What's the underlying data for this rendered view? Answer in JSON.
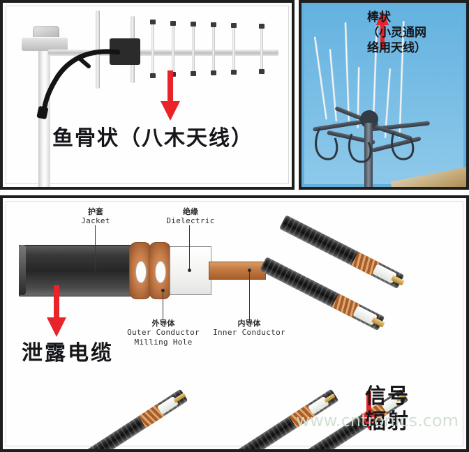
{
  "page": {
    "title": "Antenna and leaky cable illustration",
    "background": "#ffffff",
    "watermark": "www.cntronics.com",
    "accent_red": "#e8232a",
    "frame_color": "#1e1e1e"
  },
  "panels": {
    "yagi": {
      "name": "fishbone-yagi-antenna-photo",
      "caption": "鱼骨状（八木天线）",
      "arrow": {
        "name": "red-down-arrow",
        "direction": "down",
        "color": "#e8232a"
      }
    },
    "rod": {
      "name": "rod-antenna-photo",
      "caption_line1": "棒状",
      "caption_line2": "（小灵通网",
      "caption_line3": "络用天线）",
      "sky_color": "#6fb7e2",
      "arrow": {
        "name": "red-up-arrow",
        "direction": "up",
        "color": "#e8232a"
      }
    },
    "cable": {
      "name": "leaky-coaxial-cable-diagram",
      "caption": "泄露电缆",
      "signal_caption_line1": "信号",
      "signal_caption_line2": "辐射",
      "arrow_leak": {
        "name": "red-down-arrow-leak",
        "direction": "down",
        "color": "#e8232a"
      },
      "arrow_signal": {
        "name": "red-down-arrow-signal",
        "direction": "down",
        "color": "#e8232a"
      },
      "labels": [
        {
          "id": "jacket",
          "cn": "护套",
          "en": "Jacket"
        },
        {
          "id": "dielectric",
          "cn": "绝缘",
          "en": "Dielectric"
        },
        {
          "id": "outer-conductor",
          "cn": "外导体",
          "en": "Outer Conductor",
          "en2": "Milling Hole"
        },
        {
          "id": "inner-conductor",
          "cn": "内导体",
          "en": "Inner Conductor"
        }
      ],
      "colors": {
        "jacket": "#262626",
        "outer_conductor": "#c97f4c",
        "dielectric": "#f7f7f5",
        "inner_conductor": "#c2783f"
      }
    }
  }
}
